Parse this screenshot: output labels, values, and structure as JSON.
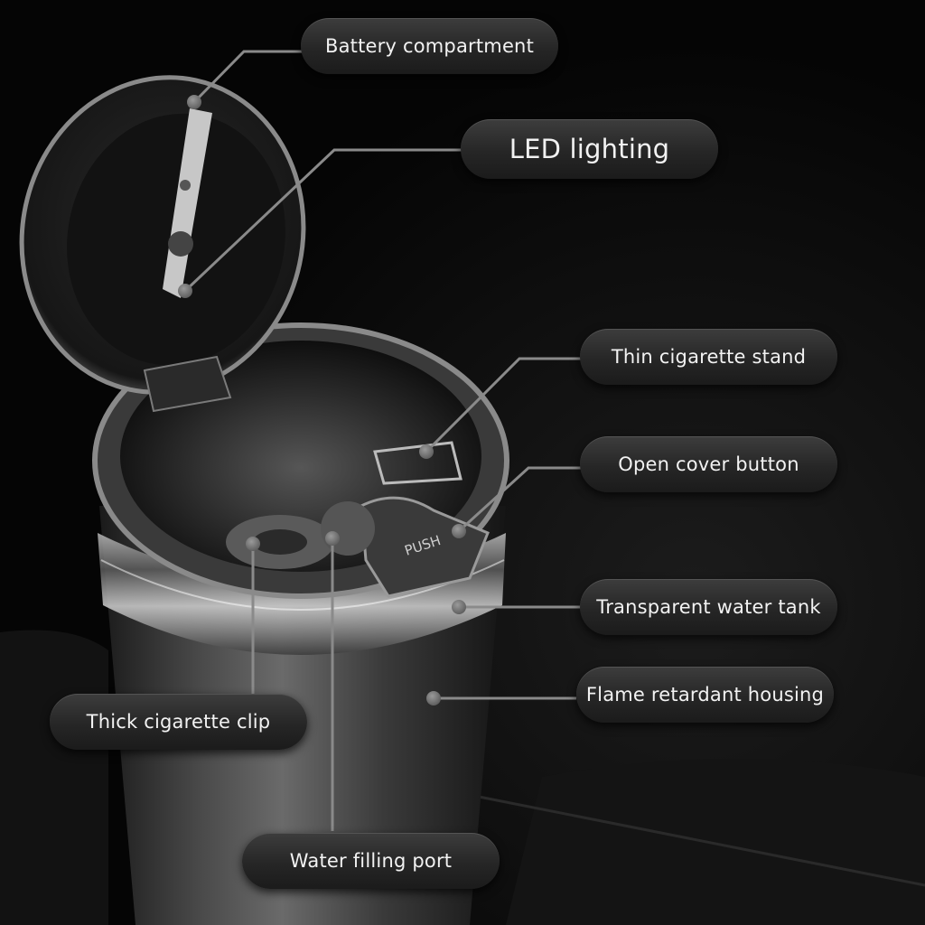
{
  "labels": {
    "battery": "Battery compartment",
    "led": "LED lighting",
    "thin_stand": "Thin cigarette stand",
    "open_button": "Open cover button",
    "water_tank": "Transparent water tank",
    "housing": "Flame retardant housing",
    "thick_clip": "Thick cigarette clip",
    "water_port": "Water filling port"
  },
  "product": {
    "push_text": "PUSH"
  }
}
